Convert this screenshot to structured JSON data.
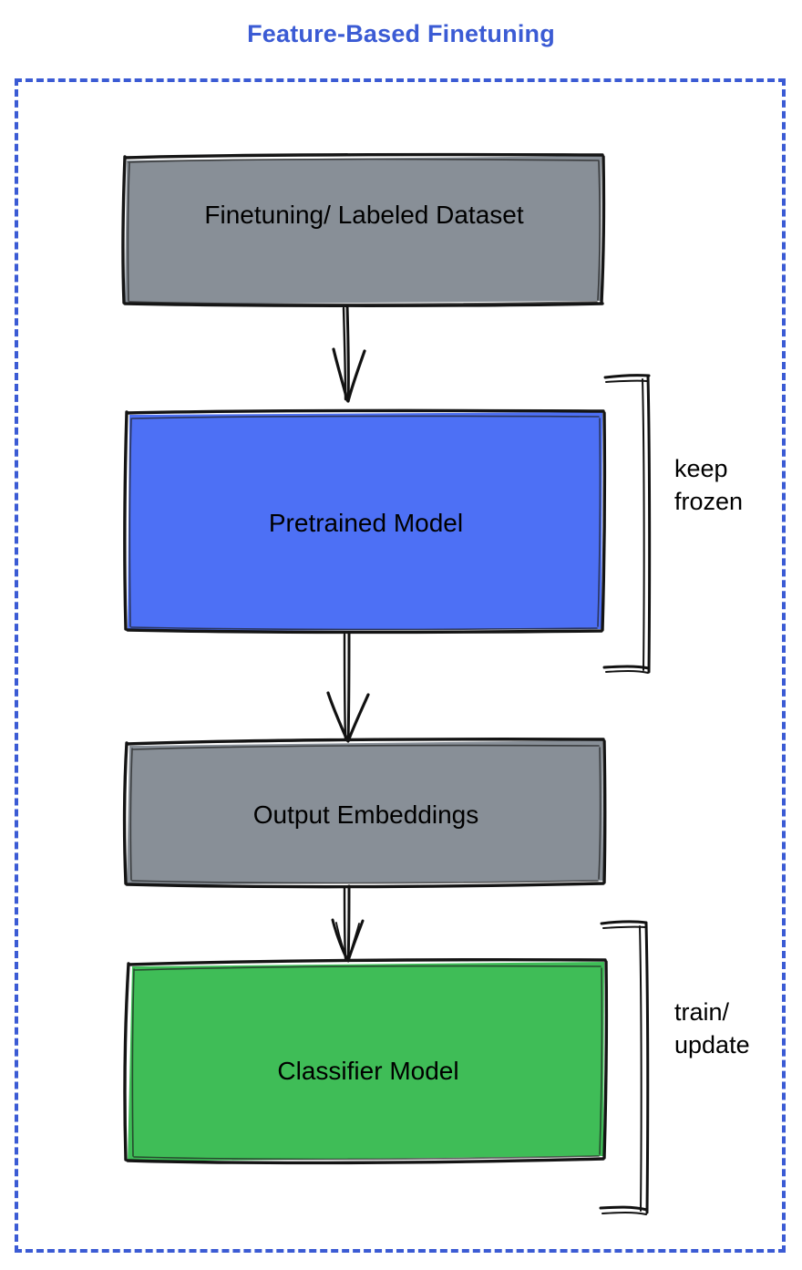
{
  "diagram": {
    "title": "Feature-Based Finetuning",
    "title_color": "#3b5bd4",
    "frame_color": "#3b5bd4",
    "frame_style": "dashed",
    "background": "#ffffff",
    "style": "hand-drawn sketch (excalidraw-like)"
  },
  "nodes": [
    {
      "id": "dataset",
      "label": "Finetuning/ Labeled Dataset",
      "fill": "#888f97",
      "stroke": "#000000",
      "shape": "rectangle"
    },
    {
      "id": "pretrained-model",
      "label": "Pretrained Model",
      "fill": "#4d70f5",
      "stroke": "#000000",
      "shape": "rectangle"
    },
    {
      "id": "output-embeddings",
      "label": "Output Embeddings",
      "fill": "#888f97",
      "stroke": "#000000",
      "shape": "rectangle"
    },
    {
      "id": "classifier-model",
      "label": "Classifier Model",
      "fill": "#3fbd57",
      "stroke": "#000000",
      "shape": "rectangle"
    }
  ],
  "edges": [
    {
      "from": "dataset",
      "to": "pretrained-model",
      "kind": "arrow"
    },
    {
      "from": "pretrained-model",
      "to": "output-embeddings",
      "kind": "arrow"
    },
    {
      "from": "output-embeddings",
      "to": "classifier-model",
      "kind": "arrow"
    }
  ],
  "annotations": [
    {
      "id": "keep-frozen",
      "target": "pretrained-model",
      "bracket": "square-right",
      "line1": "keep",
      "line2": "frozen"
    },
    {
      "id": "train-update",
      "target": "classifier-model",
      "bracket": "square-right",
      "line1": "train/",
      "line2": "update"
    }
  ]
}
